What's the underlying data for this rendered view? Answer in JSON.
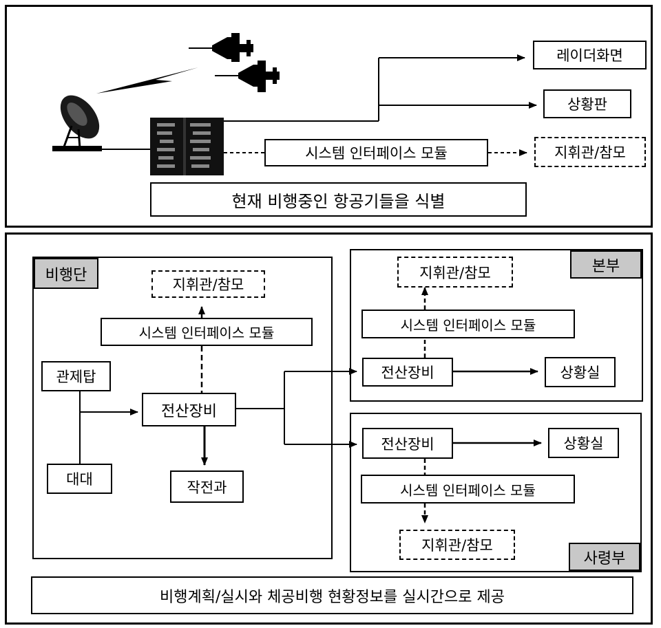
{
  "top": {
    "radar_screen": "레이더화면",
    "status_board": "상황판",
    "interface_module": "시스템 인터페이스 모듈",
    "commander_staff": "지휘관/참모",
    "caption": "현재 비행중인 항공기들을 식별"
  },
  "bottom": {
    "wing": {
      "tag": "비행단",
      "commander_staff": "지휘관/참모",
      "interface_module": "시스템 인터페이스 모듈",
      "control_tower": "관제탑",
      "squadron": "대대",
      "computer": "전산장비",
      "operations": "작전과"
    },
    "hq": {
      "tag": "본부",
      "commander_staff": "지휘관/참모",
      "interface_module": "시스템 인터페이스 모듈",
      "computer": "전산장비",
      "situation_room": "상황실"
    },
    "command": {
      "tag": "사령부",
      "computer": "전산장비",
      "situation_room": "상황실",
      "interface_module": "시스템 인터페이스 모듈",
      "commander_staff": "지휘관/참모"
    },
    "caption": "비행계획/실시와 체공비행 현황정보를 실시간으로 제공"
  }
}
